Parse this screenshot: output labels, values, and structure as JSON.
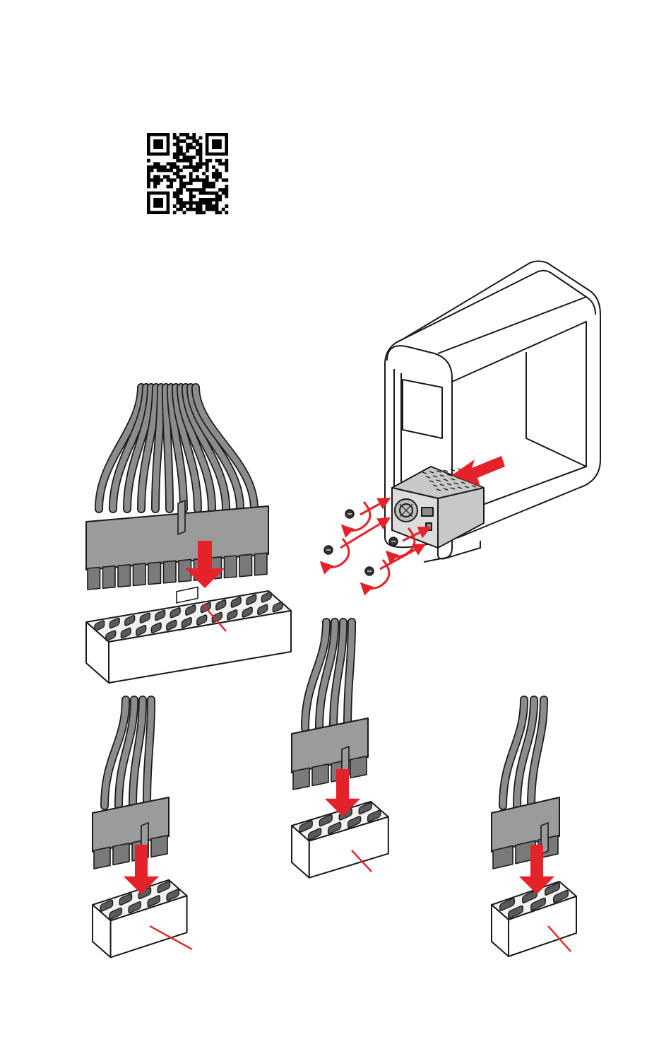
{
  "colors": {
    "background": "#ffffff",
    "line": "#1a1a1a",
    "cable_fill": "#8c8c8c",
    "connector_fill": "#9b9b9b",
    "connector_dark": "#7a7a7a",
    "socket_fill": "#ffffff",
    "pin_fill": "#5a5a5a",
    "psu_fill": "#c8c8c8",
    "arrow_red": "#e4222a"
  },
  "icons": {
    "qr_code": "qr-code-icon",
    "insert_arrow": "arrow-down-icon",
    "screw": "screw-icon",
    "rotate_arrow": "rotate-arrow-icon"
  },
  "figures": [
    {
      "id": "psu-installation",
      "icon": "pc-case-icon"
    },
    {
      "id": "atx-24pin-connector",
      "icon": "atx-24pin-connector-icon"
    },
    {
      "id": "cpu-8pin-connector",
      "icon": "cpu-power-connector-icon"
    },
    {
      "id": "pcie-8pin-connector",
      "icon": "pcie-power-connector-icon"
    },
    {
      "id": "pcie-6pin-connector",
      "icon": "pcie-6pin-connector-icon"
    }
  ]
}
